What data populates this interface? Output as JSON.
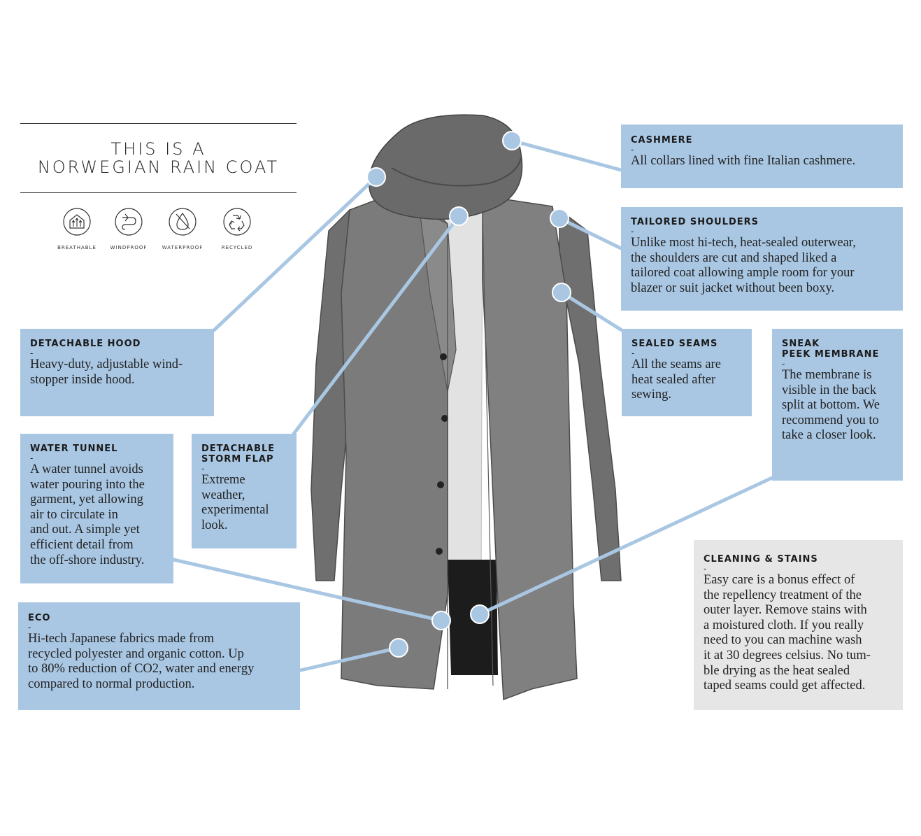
{
  "title": {
    "line1": "THIS IS A",
    "line2": "NORWEGIAN RAIN COAT"
  },
  "icons": [
    {
      "name": "breathable-icon",
      "label": "BREATHABLE"
    },
    {
      "name": "windproof-icon",
      "label": "WINDPROOF"
    },
    {
      "name": "waterproof-icon",
      "label": "WATERPROOF"
    },
    {
      "name": "recycled-icon",
      "label": "RECYCLED"
    }
  ],
  "colors": {
    "callout": "#a9c7e3",
    "callout_grey": "#e6e6e6",
    "leader": "#a9c7e3",
    "coat": "#7b7b7b"
  },
  "callouts": {
    "cashmere": {
      "title": "CASHMERE",
      "dash": "-",
      "body": "All collars lined with fine Italian cashmere."
    },
    "shoulders": {
      "title": "TAILORED SHOULDERS",
      "dash": "-",
      "body": "Unlike most hi-tech, heat-sealed outerwear,\nthe shoulders are cut and shaped liked a\ntailored coat allowing ample room for your\nblazer or suit jacket without been boxy."
    },
    "hood": {
      "title": "DETACHABLE HOOD",
      "dash": "-",
      "body": "Heavy-duty, adjustable wind-\nstopper inside hood."
    },
    "seams": {
      "title": "SEALED SEAMS",
      "dash": "-",
      "body": "All the seams are\nheat sealed after\nsewing."
    },
    "membrane": {
      "title": "SNEAK\nPEEK MEMBRANE",
      "dash": "-",
      "body": "The membrane is\nvisible in the back\nsplit at bottom. We\nrecommend you to\ntake a closer look."
    },
    "tunnel": {
      "title": "WATER TUNNEL",
      "dash": "-",
      "body": "A water tunnel avoids\nwater pouring into the\ngarment, yet allowing\nair to circulate in\nand out. A simple yet\nefficient detail from\nthe off-shore industry."
    },
    "stormflap": {
      "title": "DETACHABLE\nSTORM FLAP",
      "dash": "-",
      "body": "Extreme\nweather,\nexperimental\nlook."
    },
    "cleaning": {
      "title": "CLEANING & STAINS",
      "dash": "-",
      "body": "Easy care is a bonus effect of\nthe repellency treatment of the\nouter layer. Remove stains with\na moistured cloth. If you really\nneed to you can machine wash\nit at 30 degrees celsius. No tum-\nble drying as the heat sealed\ntaped seams could get affected."
    },
    "eco": {
      "title": "ECO",
      "dash": "-",
      "body": "Hi-tech Japanese fabrics made from\nrecycled polyester and organic cotton. Up\nto 80% reduction of CO2, water and energy\ncompared to normal production."
    }
  }
}
